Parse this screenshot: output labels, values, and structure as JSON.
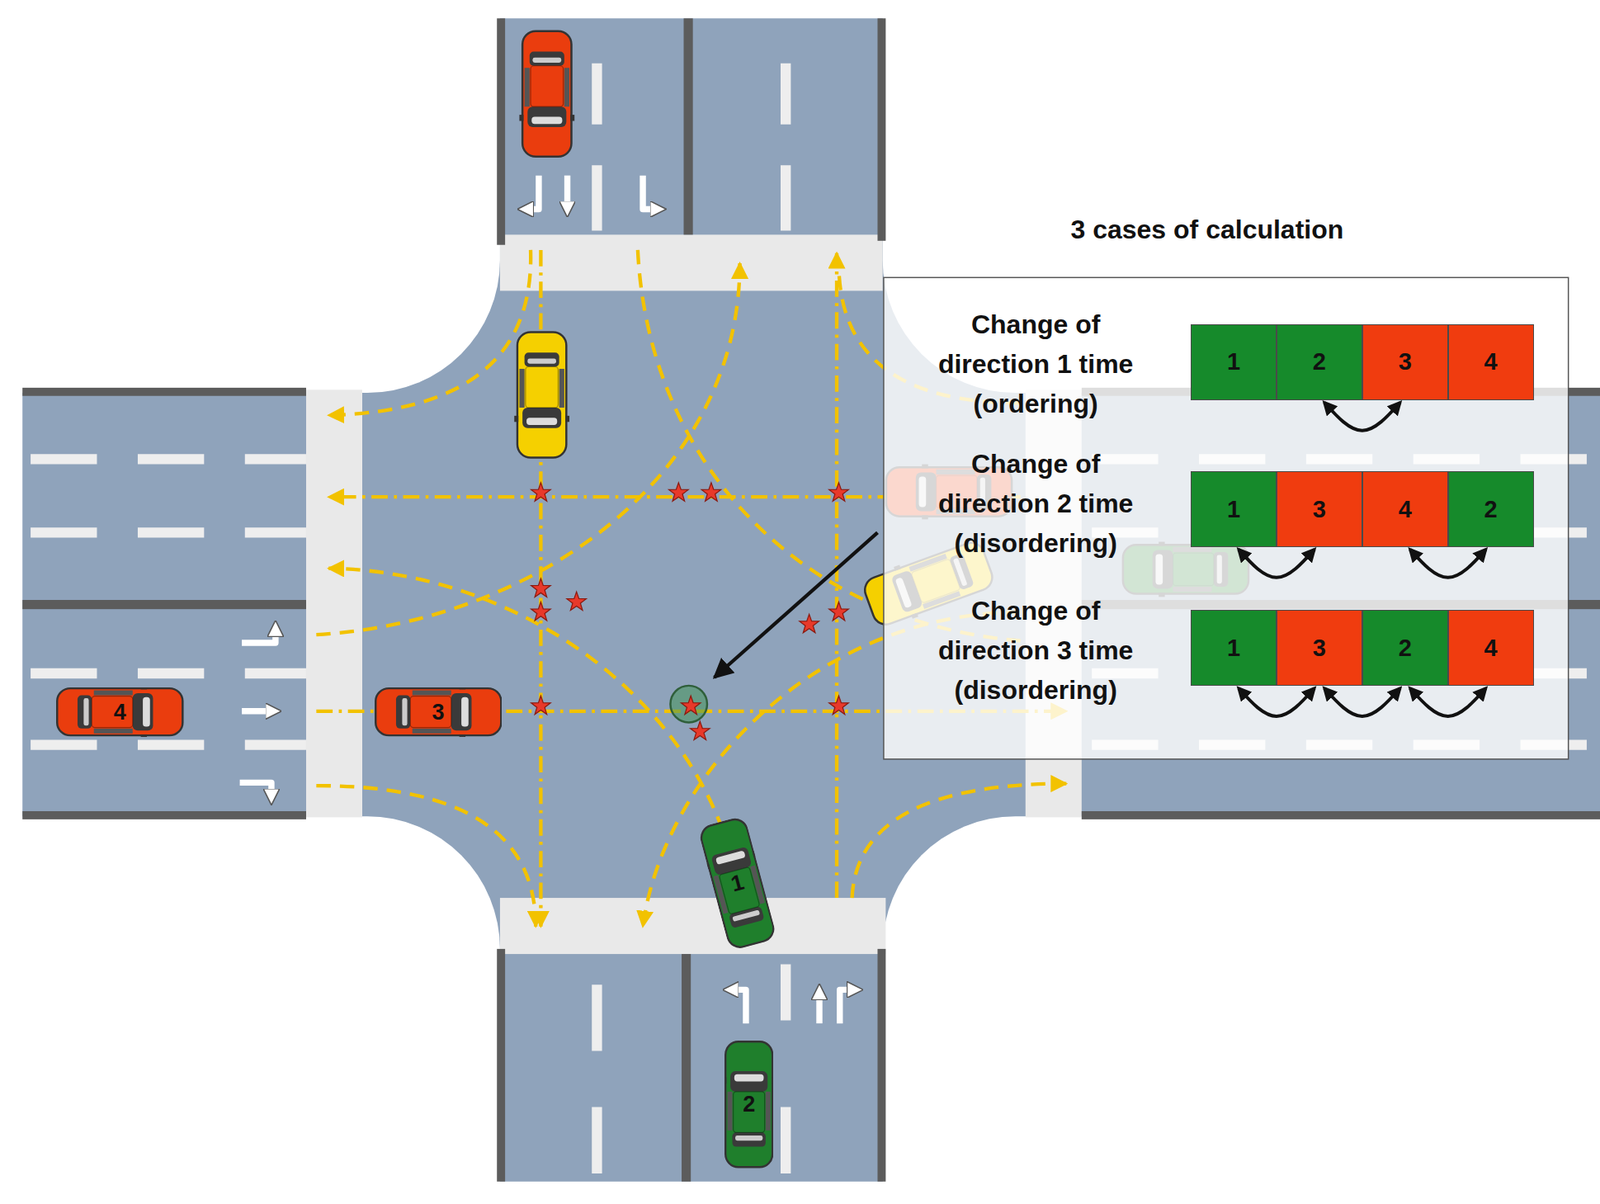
{
  "diagram": {
    "nodes": [
      {
        "text": [
          "3 cases of calculation"
        ]
      },
      {
        "text": [
          "1"
        ],
        "in": 0
      },
      {
        "text": [
          "2"
        ],
        "in": 0
      },
      {
        "text": [
          "3"
        ],
        "in": 0
      },
      {
        "text": [
          "4"
        ],
        "in": 0
      },
      {
        "text": [
          "1"
        ],
        "in": 0
      },
      {
        "text": [
          "3"
        ],
        "in": 0
      },
      {
        "text": [
          "4"
        ],
        "in": 0
      },
      {
        "text": [
          "2"
        ],
        "in": 0
      },
      {
        "text": [
          "1"
        ],
        "in": 0
      },
      {
        "text": [
          "3"
        ],
        "in": 0
      },
      {
        "text": [
          "2"
        ],
        "in": 0
      },
      {
        "text": [
          "4"
        ],
        "in": 0
      },
      {
        "text": [
          "1"
        ]
      },
      {
        "text": [
          "2"
        ]
      },
      {
        "text": [
          "3"
        ]
      },
      {
        "text": [
          "4"
        ]
      }
    ],
    "edges": [
      {
        "from": 2,
        "to": 3,
        "arrow": "both"
      },
      {
        "from": 5,
        "to": 6,
        "arrow": "both"
      },
      {
        "from": 7,
        "to": 8,
        "arrow": "both"
      },
      {
        "from": 9,
        "to": 10,
        "arrow": "both"
      },
      {
        "from": 10,
        "to": 11,
        "arrow": "both"
      },
      {
        "from": 11,
        "to": 12,
        "arrow": "both"
      }
    ],
    "labels": [
      "Change of direction 1 time (ordering)",
      "Change of direction 2 time (disordering)",
      "Change of direction 3 time (disordering)"
    ]
  }
}
